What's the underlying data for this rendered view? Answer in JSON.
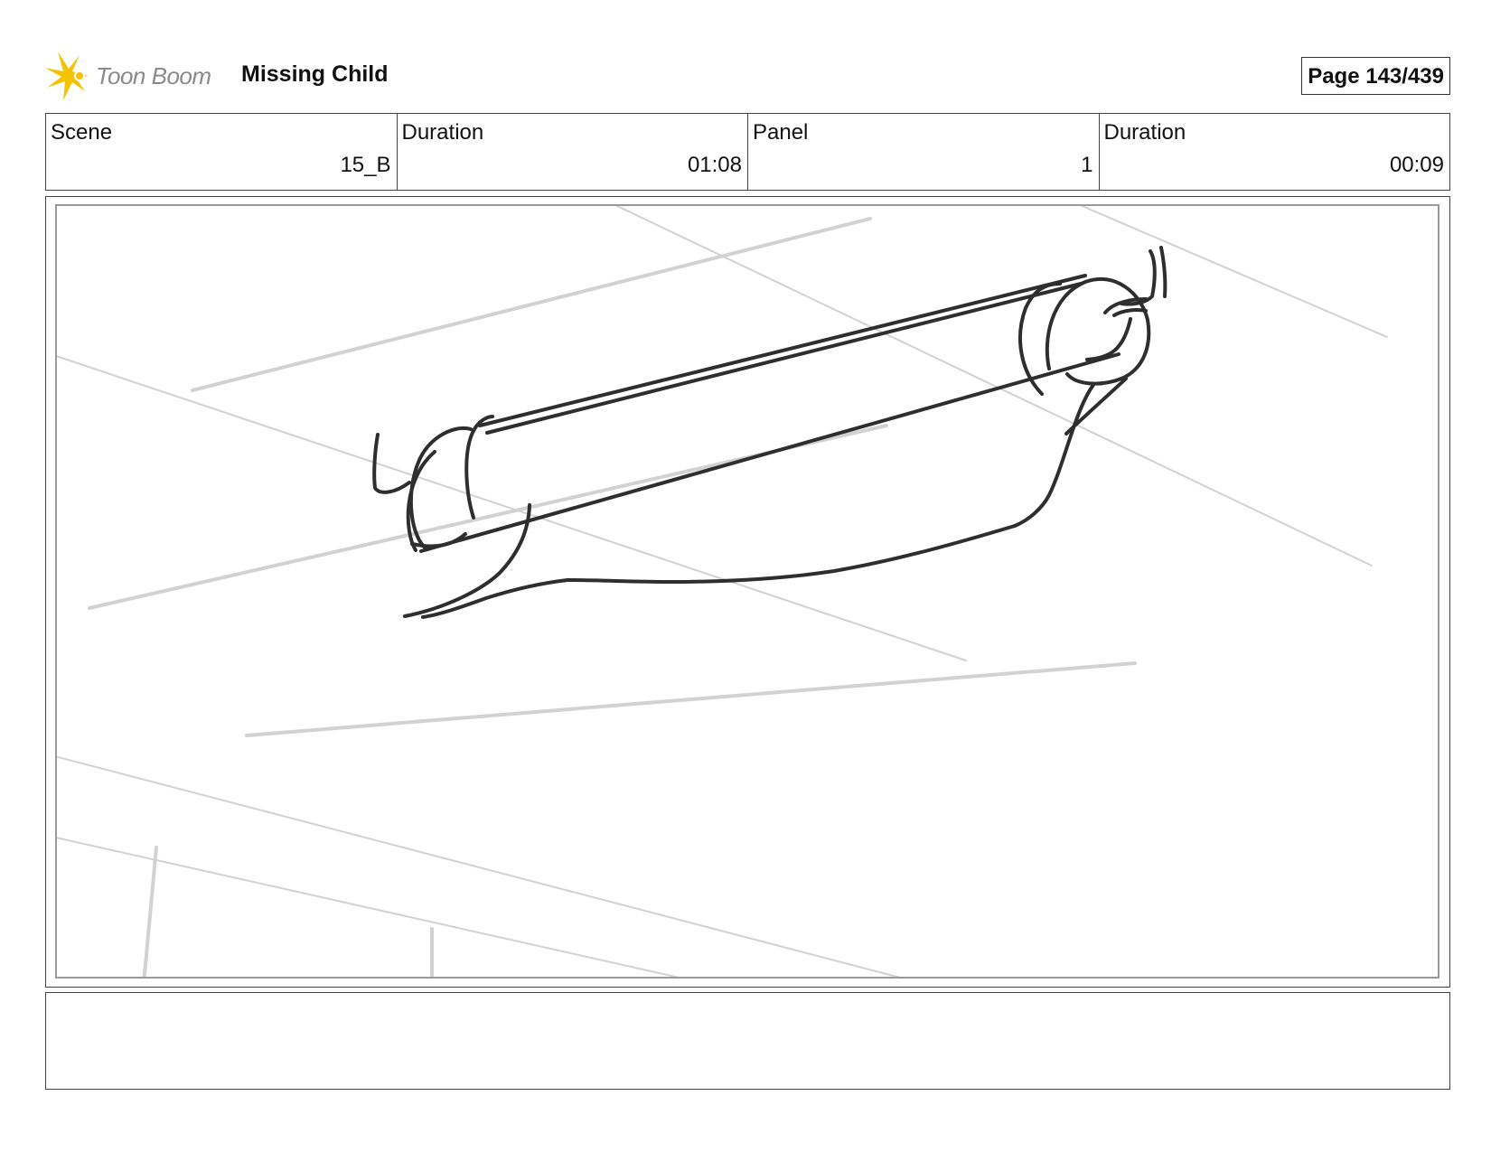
{
  "header": {
    "logo_text": "Toon Boom",
    "project_title": "Missing Child",
    "page_label": "Page 143/439"
  },
  "info": {
    "scene_label": "Scene",
    "scene_value": "15_B",
    "scene_duration_label": "Duration",
    "scene_duration_value": "01:08",
    "panel_label": "Panel",
    "panel_value": "1",
    "panel_duration_label": "Duration",
    "panel_duration_value": "00:09"
  },
  "colors": {
    "logo_yellow": "#f5c400",
    "sketch_dark": "#2e2e2e",
    "sketch_light": "#d2d2d2"
  },
  "notes": {
    "text": ""
  }
}
